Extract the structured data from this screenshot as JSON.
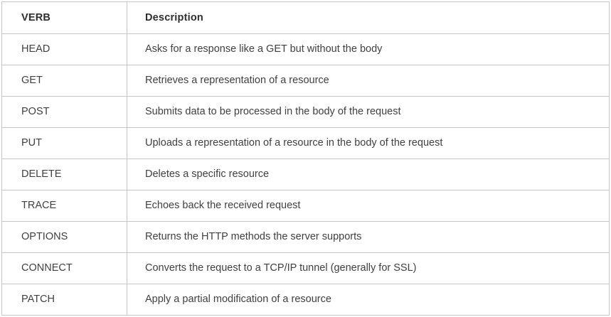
{
  "table": {
    "columns": [
      {
        "label": "VERB"
      },
      {
        "label": "Description"
      }
    ],
    "rows": [
      {
        "verb": "HEAD",
        "description": "Asks for a response like a GET but without the body"
      },
      {
        "verb": "GET",
        "description": "Retrieves a representation of a resource"
      },
      {
        "verb": "POST",
        "description": "Submits data to be processed in the body of the request"
      },
      {
        "verb": "PUT",
        "description": "Uploads a representation of a resource in the body of the request"
      },
      {
        "verb": "DELETE",
        "description": "Deletes a specific resource"
      },
      {
        "verb": "TRACE",
        "description": "Echoes back the received request"
      },
      {
        "verb": "OPTIONS",
        "description": "Returns the HTTP methods the server supports"
      },
      {
        "verb": "CONNECT",
        "description": "Converts the request to a TCP/IP tunnel (generally for SSL)"
      },
      {
        "verb": "PATCH",
        "description": "Apply a partial modification of a resource"
      }
    ]
  },
  "colors": {
    "background": "#ffffff",
    "border": "#c6c6c6",
    "header_text": "#2e2e2e",
    "body_text": "#404040"
  }
}
